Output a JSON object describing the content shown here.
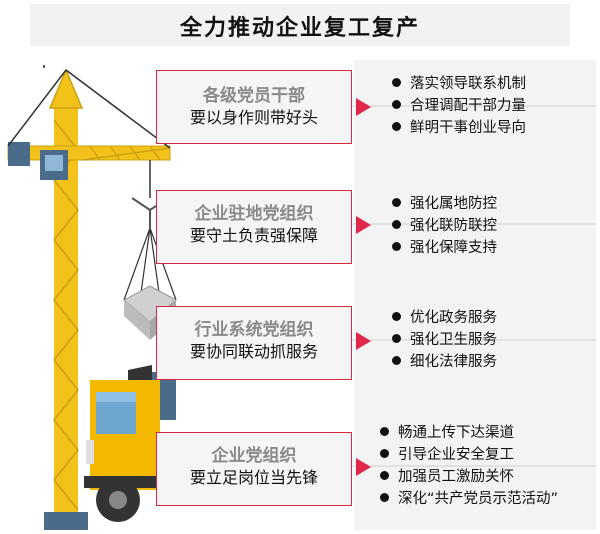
{
  "title": "全力推动企业复工复产",
  "colors": {
    "accent": "#e0294a",
    "crane": "#f2c21a",
    "truck": "#f5b800"
  },
  "sections": [
    {
      "heading": "各级党员干部",
      "subheading": "要以身作则带好头",
      "bullets": [
        "落实领导联系机制",
        "合理调配干部力量",
        "鲜明干事创业导向"
      ]
    },
    {
      "heading": "企业驻地党组织",
      "subheading": "要守土负责强保障",
      "bullets": [
        "强化属地防控",
        "强化联防联控",
        "强化保障支持"
      ]
    },
    {
      "heading": "行业系统党组织",
      "subheading": "要协同联动抓服务",
      "bullets": [
        "优化政务服务",
        "强化卫生服务",
        "细化法律服务"
      ]
    },
    {
      "heading": "企业党组织",
      "subheading": "要立足岗位当先锋",
      "bullets": [
        "畅通上传下达渠道",
        "引导企业安全复工",
        "加强员工激励关怀",
        "深化“共产党员示范活动”"
      ]
    }
  ]
}
